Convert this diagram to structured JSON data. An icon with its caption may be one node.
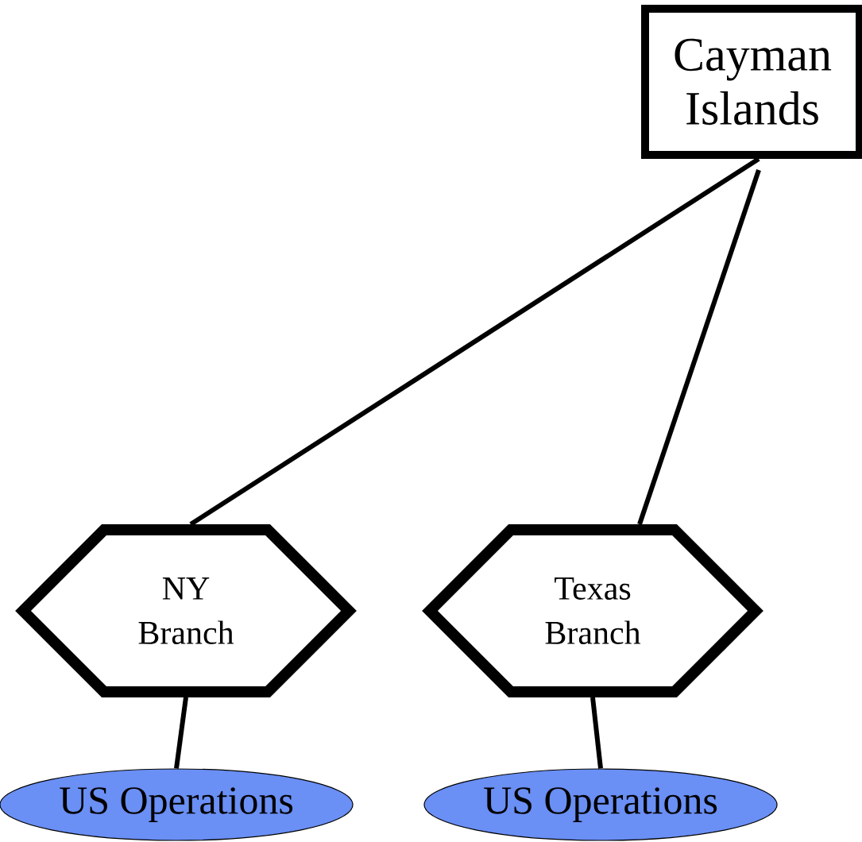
{
  "diagram": {
    "nodes": [
      {
        "text": [
          "Cayman Islands"
        ]
      },
      {
        "text": [
          "NY Branch"
        ]
      },
      {
        "text": [
          "Texas Branch"
        ]
      },
      {
        "text": [
          "US Operations"
        ]
      },
      {
        "text": [
          "US Operations"
        ]
      }
    ],
    "edges": [
      {
        "from": 0,
        "to": 1,
        "arrow": "none"
      },
      {
        "from": 0,
        "to": 2,
        "arrow": "none"
      },
      {
        "from": 1,
        "to": 3,
        "arrow": "none"
      },
      {
        "from": 2,
        "to": 4,
        "arrow": "none"
      }
    ]
  }
}
